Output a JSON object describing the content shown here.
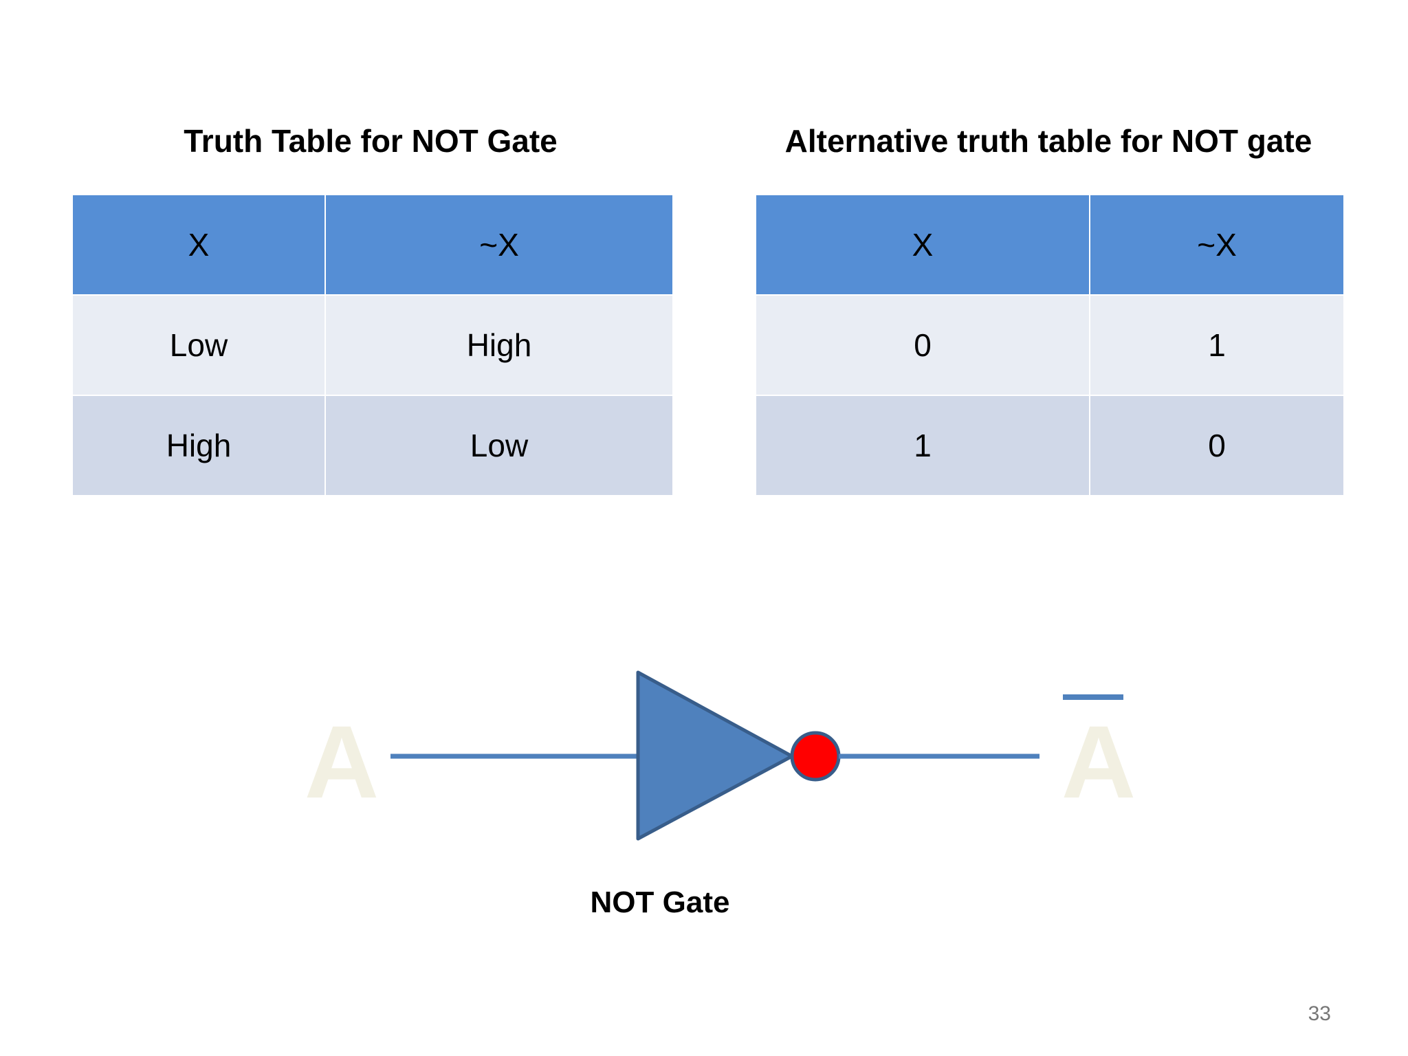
{
  "tables": [
    {
      "title": "Truth Table for NOT Gate",
      "header": [
        "X",
        "~X"
      ],
      "rows": [
        [
          "Low",
          "High"
        ],
        [
          "High",
          "Low"
        ]
      ]
    },
    {
      "title": "Alternative truth table for NOT gate",
      "header": [
        "X",
        "~X"
      ],
      "rows": [
        [
          "0",
          "1"
        ],
        [
          "1",
          "0"
        ]
      ]
    }
  ],
  "diagram": {
    "input_label": "A",
    "output_label": "A",
    "output_negated": true,
    "caption": "NOT Gate",
    "colors": {
      "gate_fill": "#4f81bd",
      "gate_stroke": "#385d8a",
      "bubble_fill": "#ff0000",
      "wire": "#4f81bd",
      "label_text": "#f2f0e2"
    }
  },
  "page_number": "33"
}
